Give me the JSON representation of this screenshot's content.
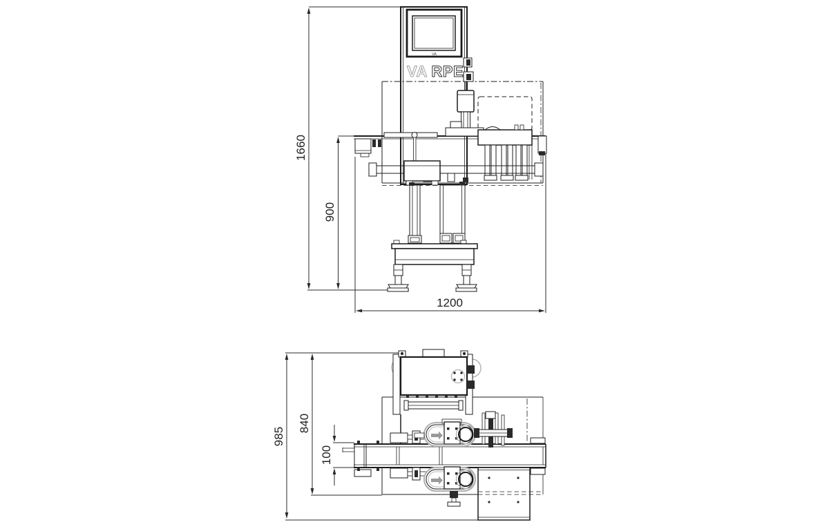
{
  "brand": {
    "va": "VA",
    "rpe": "RPE"
  },
  "monitor_logo": "VA",
  "front_view": {
    "height_total_mm": "1660",
    "belt_height_mm": "900",
    "width_mm": "1200"
  },
  "plan_view": {
    "depth_total_mm": "985",
    "frame_depth_mm": "840",
    "belt_width_mm": "100"
  },
  "colors": {
    "line": "#1c1c1c",
    "dimension": "#2a2a2a",
    "ghost": "#b4b4b4",
    "background": "#ffffff"
  }
}
